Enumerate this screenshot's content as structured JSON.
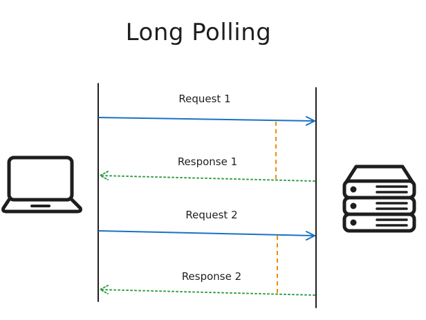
{
  "title": "Long Polling",
  "participants": {
    "client": {
      "icon": "laptop-icon"
    },
    "server": {
      "icon": "server-rack-icon"
    }
  },
  "messages": [
    {
      "label": "Request 1",
      "kind": "request",
      "direction": "client-to-server"
    },
    {
      "label": "Response 1",
      "kind": "response",
      "direction": "server-to-client"
    },
    {
      "label": "Request 2",
      "kind": "request",
      "direction": "client-to-server"
    },
    {
      "label": "Response 2",
      "kind": "response",
      "direction": "server-to-client"
    }
  ],
  "colors": {
    "lifeline": "#1e1e1e",
    "request": "#1971c2",
    "response": "#2f9e44",
    "hold": "#f08c00",
    "icon": "#1e1e1e"
  }
}
